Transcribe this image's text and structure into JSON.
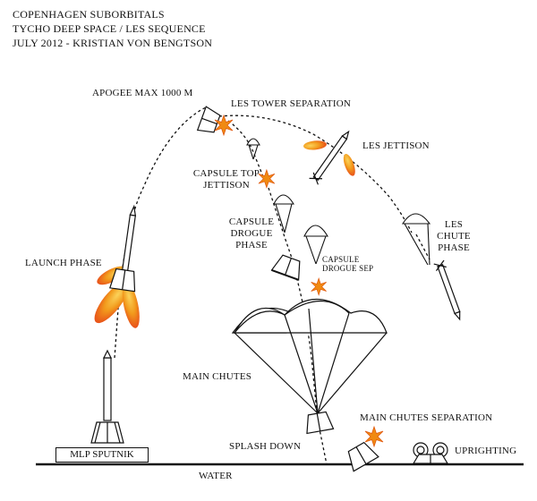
{
  "header": {
    "line1": "COPENHAGEN SUBORBITALS",
    "line2": "TYCHO DEEP SPACE / LES SEQUENCE",
    "line3": "JULY 2012 - KRISTIAN VON BENGTSON"
  },
  "labels": {
    "apogee": "APOGEE MAX 1000 M",
    "les_tower_separation": "LES TOWER SEPARATION",
    "les_jettison": "LES JETTISON",
    "capsule_top_jettison_1": "CAPSULE TOP",
    "capsule_top_jettison_2": "JETTISON",
    "capsule_drogue_phase_1": "CAPSULE",
    "capsule_drogue_phase_2": "DROGUE",
    "capsule_drogue_phase_3": "PHASE",
    "capsule_drogue_sep_1": "CAPSULE",
    "capsule_drogue_sep_2": "DROGUE SEP",
    "les_chute_phase_1": "LES",
    "les_chute_phase_2": "CHUTE",
    "les_chute_phase_3": "PHASE",
    "launch_phase": "LAUNCH PHASE",
    "main_chutes": "MAIN CHUTES",
    "main_chutes_separation": "MAIN CHUTES SEPARATION",
    "splash_down": "SPLASH DOWN",
    "uprighting": "UPRIGHTING",
    "mlp_sputnik": "MLP SPUTNIK",
    "water": "WATER"
  },
  "colors": {
    "ink": "#111111",
    "flame_outer": "#f29a1c",
    "flame_inner": "#e8501a",
    "spark": "#f08a12"
  }
}
